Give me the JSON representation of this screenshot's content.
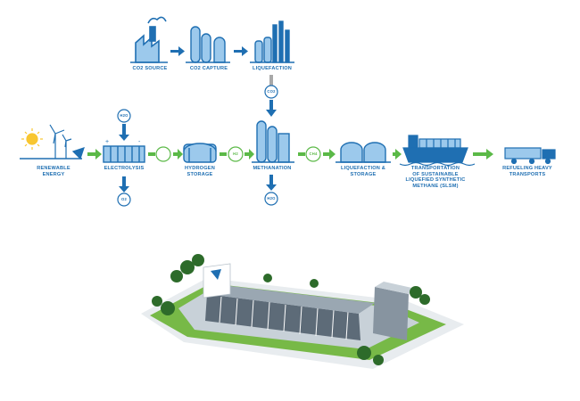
{
  "labels": {
    "co2_source": "CO2 SOURCE",
    "co2_capture": "CO2 CAPTURE",
    "liquefaction": "LIQUEFACTION",
    "renewable_energy": "RENEWABLE\nENERGY",
    "electrolysis": "ELECTROLYSIS",
    "hydrogen_storage": "HYDROGEN\nSTORAGE",
    "methanation": "METHANATION",
    "liquefaction_storage": "LIQUEFACTION &\nSTORAGE",
    "transportation": "TRANSPORTATION\nOF SUSTAINABLE\nLIQUEFIED SYNTHETIC\nMETHANE (SLSM)",
    "refueling": "REFUELING HEAVY\nTRANSPORTS"
  },
  "badges": {
    "water_in": "H2O",
    "oxygen_out": "O2",
    "co2_feed": "CO2",
    "hydrogen": "H2",
    "methane": "CH4",
    "water_out": "H2O"
  },
  "colors": {
    "primary_blue": "#1f6fb2",
    "light_blue": "#9cc9ec",
    "arrow_green": "#5bb947",
    "flow_gray": "#a8a8a8",
    "grass": "#77b947",
    "tree": "#2d6b2a"
  }
}
